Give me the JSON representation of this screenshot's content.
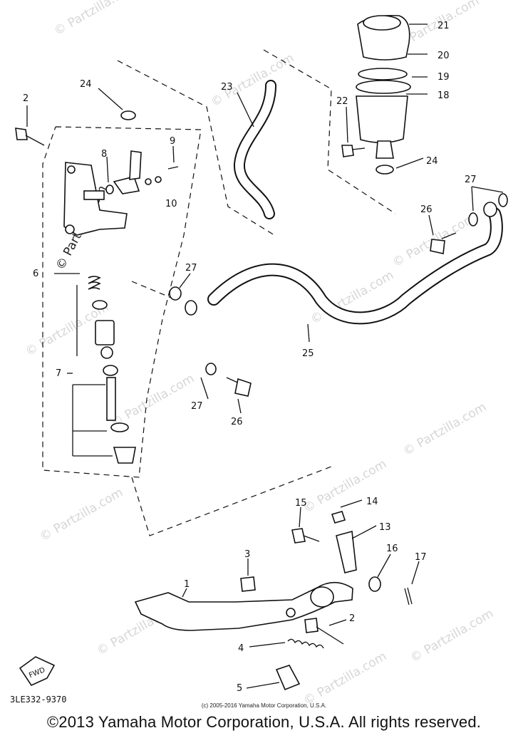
{
  "watermarks": [
    "© Partzilla.com",
    "© Partzilla.com",
    "© Partzilla.com",
    "© Partzilla.com",
    "© Partzilla.com",
    "© Partzilla.com",
    "© Partzilla.com",
    "© Partzilla.com",
    "© Partzilla.com",
    "© Partzilla.com",
    "© Partzilla.com",
    "© Partzilla.com",
    "© Partzilla.com"
  ],
  "callouts": {
    "c1": "1",
    "c2a": "2",
    "c2b": "2",
    "c3": "3",
    "c4": "4",
    "c5": "5",
    "c6": "6",
    "c7": "7",
    "c8": "8",
    "c9": "9",
    "c10": "10",
    "c13": "13",
    "c14": "14",
    "c15": "15",
    "c16": "16",
    "c17": "17",
    "c18": "18",
    "c19": "19",
    "c20": "20",
    "c21": "21",
    "c22": "22",
    "c23": "23",
    "c24a": "24",
    "c24b": "24",
    "c25": "25",
    "c26a": "26",
    "c26b": "26",
    "c27a": "27",
    "c27b": "27",
    "c27c": "27"
  },
  "fwd_label": "FWD",
  "drawing_code": "3LE332-9370",
  "small_copyright": "(c) 2005-2016 Yamaha Motor Corporation, U.S.A.",
  "copyright": "©2013 Yamaha Motor Corporation, U.S.A. All rights reserved."
}
